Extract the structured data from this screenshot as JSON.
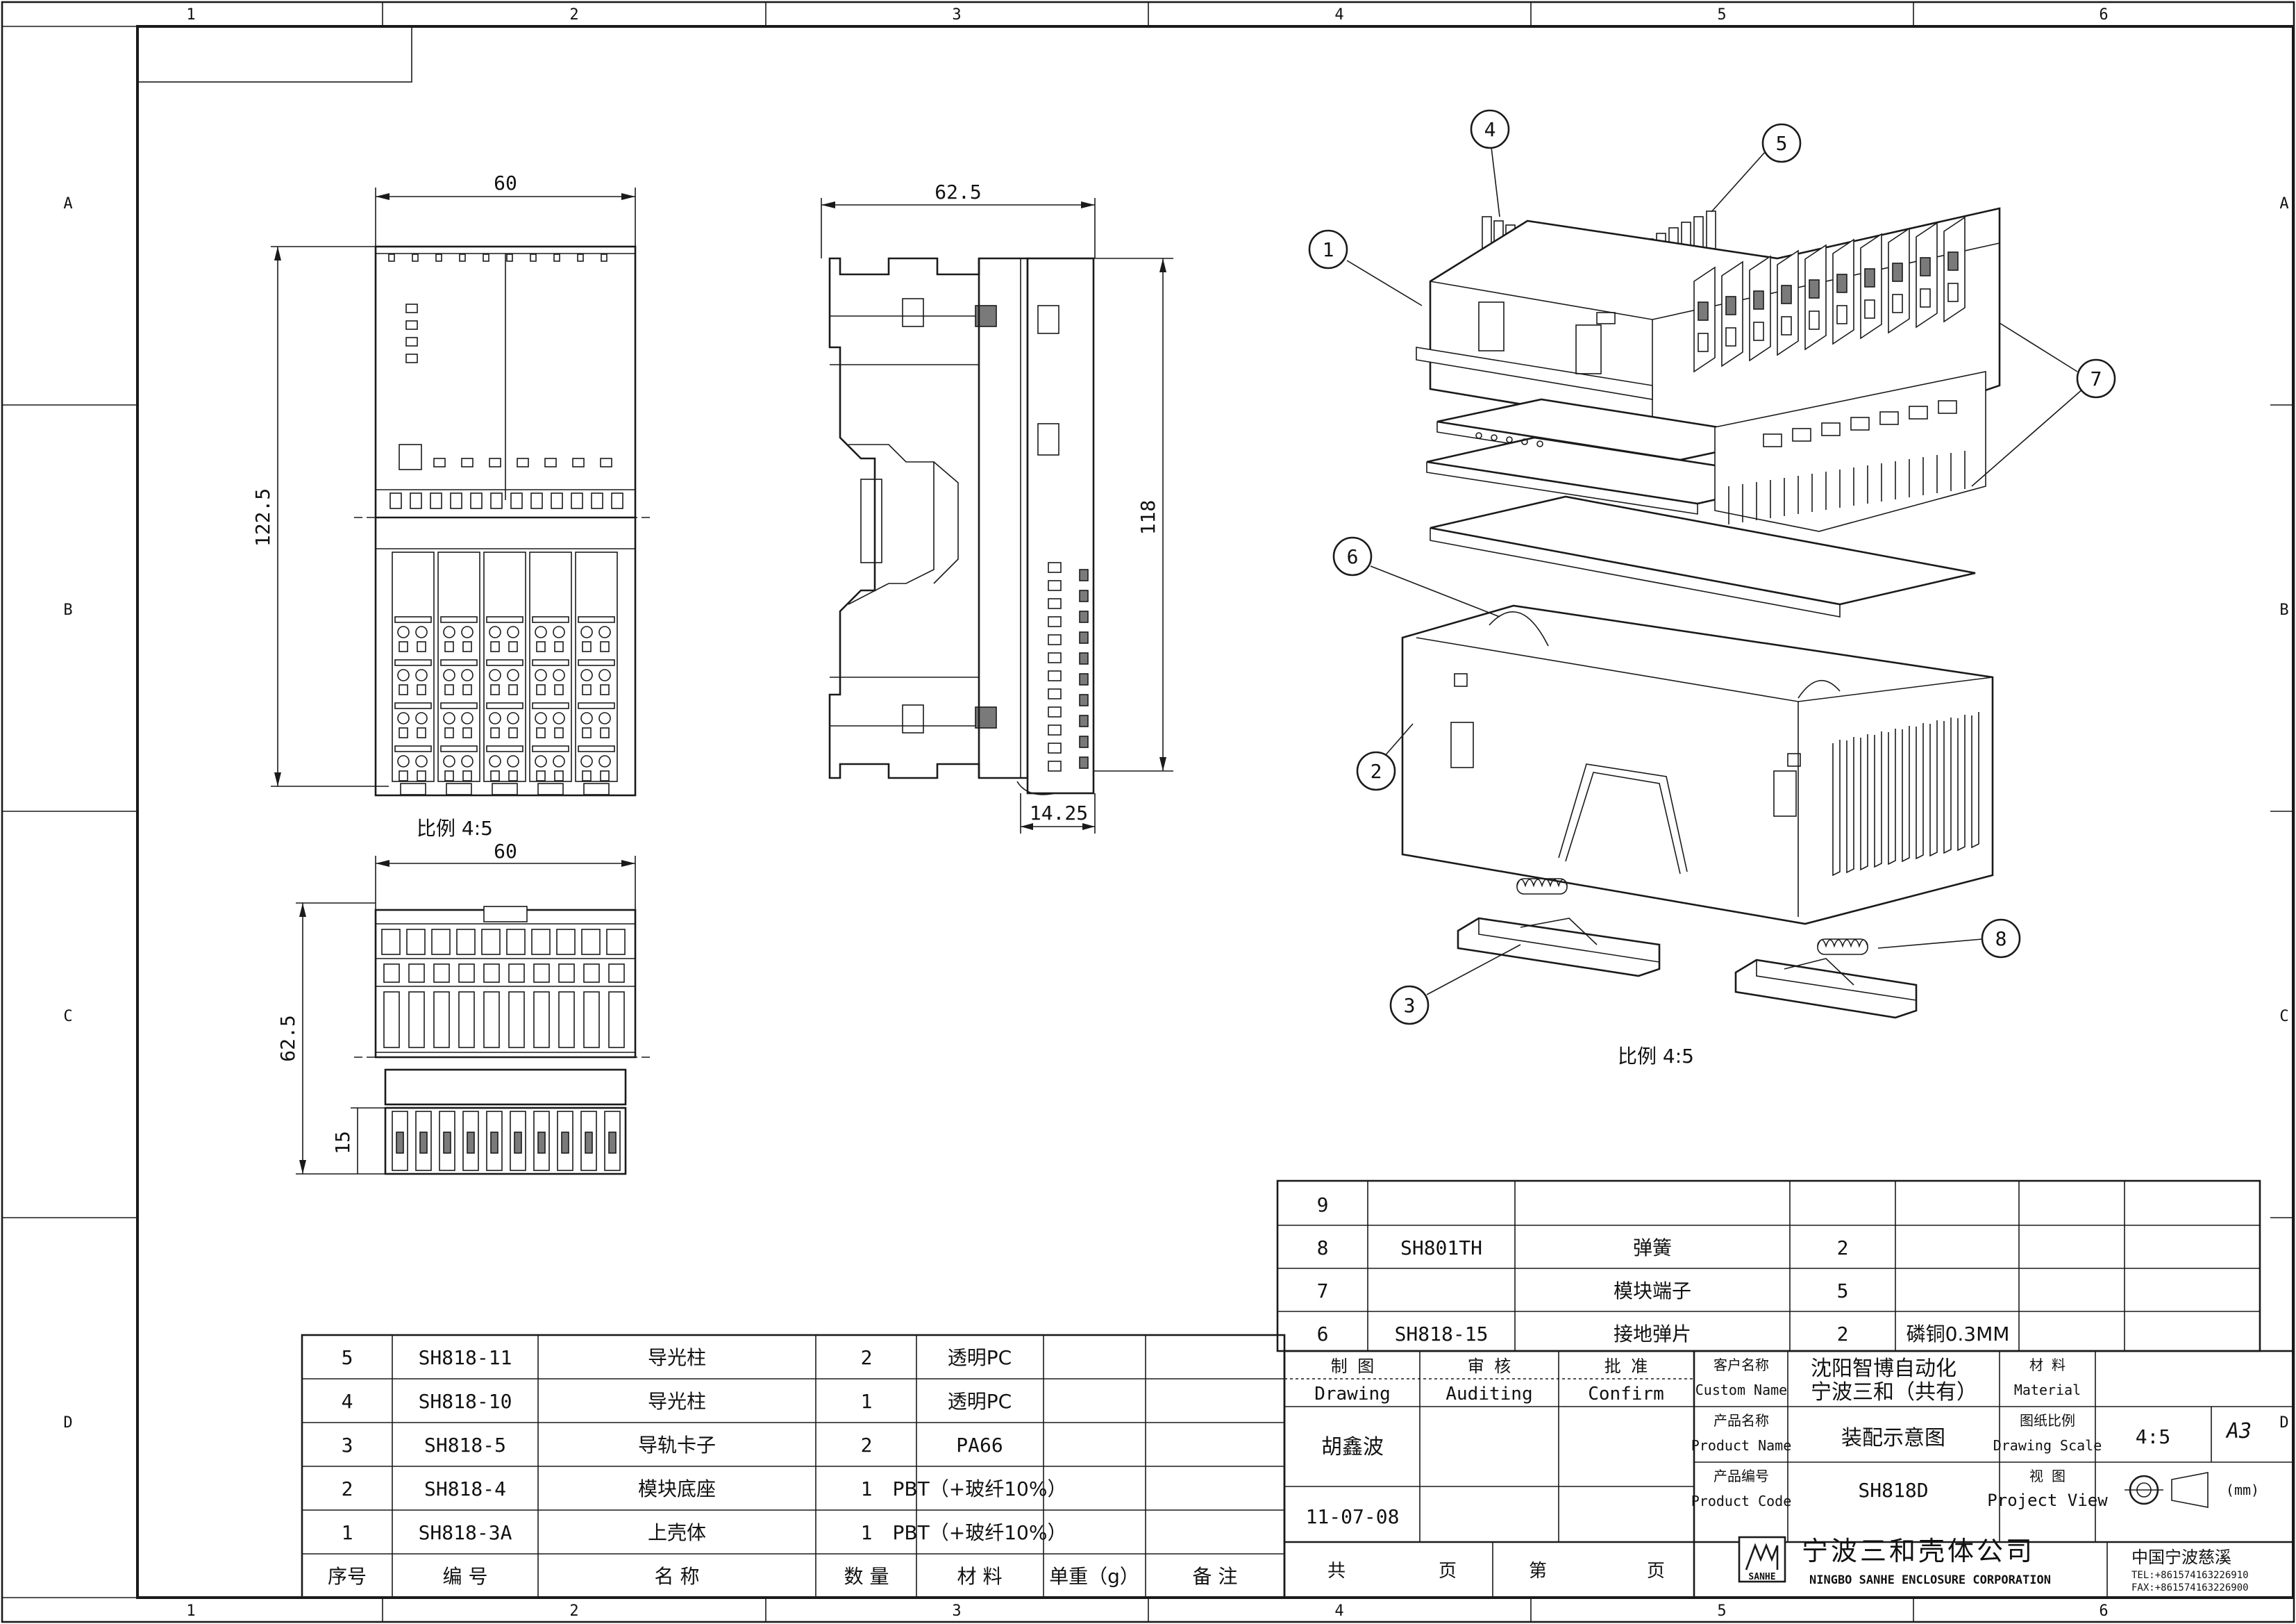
{
  "frame": {
    "col_labels": [
      "1",
      "2",
      "3",
      "4",
      "5",
      "6"
    ],
    "row_labels": [
      "A",
      "B",
      "C",
      "D"
    ]
  },
  "views": {
    "front": {
      "width_dim": "60",
      "height_dim": "122.5"
    },
    "side": {
      "width_dim": "62.5",
      "height_dim": "118",
      "offset_dim": "14.25"
    },
    "top": {
      "width_dim": "60",
      "height_dim": "62.5",
      "foot_dim": "15"
    },
    "scale_left": "比例 4:5",
    "scale_right": "比例 4:5"
  },
  "balloons": [
    "1",
    "2",
    "3",
    "4",
    "5",
    "6",
    "7",
    "8"
  ],
  "bom_upper": {
    "rows": [
      {
        "no": "9",
        "code": "",
        "name": "",
        "qty": "",
        "material": ""
      },
      {
        "no": "8",
        "code": "SH801TH",
        "name": "弹簧",
        "qty": "2",
        "material": ""
      },
      {
        "no": "7",
        "code": "",
        "name": "模块端子",
        "qty": "5",
        "material": ""
      },
      {
        "no": "6",
        "code": "SH818-15",
        "name": "接地弹片",
        "qty": "2",
        "material": "磷铜0.3MM"
      }
    ]
  },
  "bom_lower": {
    "rows": [
      {
        "no": "5",
        "code": "SH818-11",
        "name": "导光柱",
        "qty": "2",
        "material": "透明PC"
      },
      {
        "no": "4",
        "code": "SH818-10",
        "name": "导光柱",
        "qty": "1",
        "material": "透明PC"
      },
      {
        "no": "3",
        "code": "SH818-5",
        "name": "导轨卡子",
        "qty": "2",
        "material": "PA66"
      },
      {
        "no": "2",
        "code": "SH818-4",
        "name": "模块底座",
        "qty": "1",
        "material": "PBT（+玻纤10%）"
      },
      {
        "no": "1",
        "code": "SH818-3A",
        "name": "上壳体",
        "qty": "1",
        "material": "PBT（+玻纤10%）"
      }
    ],
    "headers": {
      "no": "序号",
      "code": "编 号",
      "name": "名 称",
      "qty": "数 量",
      "material": "材 料",
      "weight": "单重（g）",
      "remark": "备 注"
    }
  },
  "title_block": {
    "drawing_cn": "制 图",
    "drawing_en": "Drawing",
    "auditing_cn": "审 核",
    "auditing_en": "Auditing",
    "confirm_cn": "批 准",
    "confirm_en": "Confirm",
    "drawer": "胡鑫波",
    "date": "11-07-08",
    "customer_cn": "客户名称",
    "customer_en": "Custom Name",
    "customer_line1": "沈阳智博自动化",
    "customer_line2": "宁波三和（共有）",
    "material_cn": "材 料",
    "material_en": "Material",
    "product_name_cn": "产品名称",
    "product_name_en": "Product Name",
    "product_name": "装配示意图",
    "scale_cn": "图纸比例",
    "scale_en": "Drawing Scale",
    "scale": "4:5",
    "sheet_size": "A3",
    "product_code_cn": "产品编号",
    "product_code_en": "Product Code",
    "product_code": "SH818D",
    "view_cn": "视 图",
    "view_en": "Project View",
    "unit": "(mm)",
    "pages_total": "共",
    "pages_unit1": "页",
    "pages_no": "第",
    "pages_unit2": "页",
    "company_cn": "宁波三和壳体公司",
    "company_en": "NINGBO SANHE ENCLOSURE CORPORATION",
    "logo_text": "SANHE",
    "location": "中国宁波慈溪",
    "tel": "TEL:+8615741632269​10",
    "fax": "FAX:+8615741632269​00"
  }
}
